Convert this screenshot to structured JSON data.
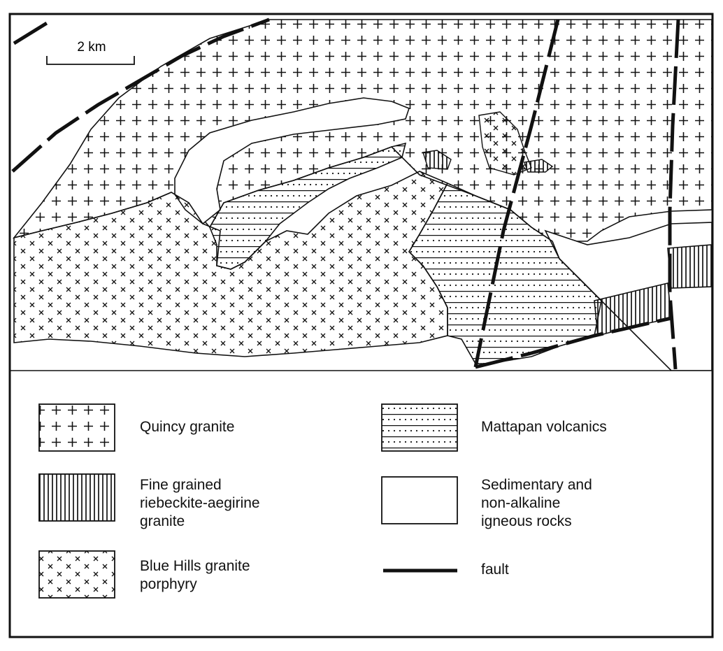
{
  "scale_bar": {
    "label": "2 km"
  },
  "legend": {
    "quincy": "Quincy granite",
    "riebeckite": "Fine grained\nriebeckite-aegirine\ngranite",
    "bluehills": "Blue Hills granite\nporphyry",
    "mattapan": "Mattapan volcanics",
    "sedimentary": "Sedimentary and\nnon-alkaline\nigneous rocks",
    "fault": "fault"
  },
  "colors": {
    "ink": "#111111",
    "paper": "#ffffff"
  }
}
